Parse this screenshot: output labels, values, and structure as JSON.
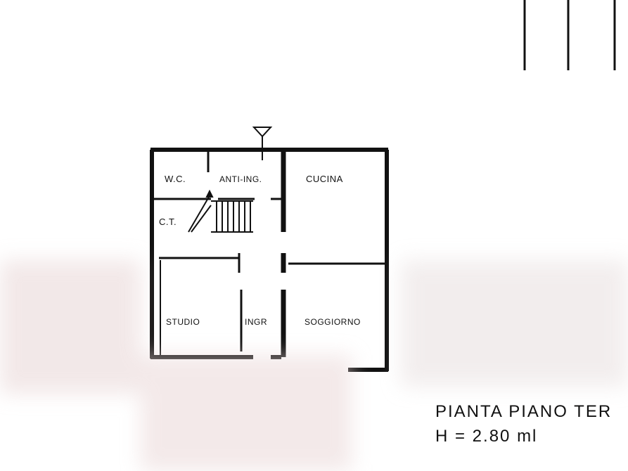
{
  "rooms": {
    "wc": "W.C.",
    "anti_ing": "ANTI-ING.",
    "cucina": "CUCINA",
    "ct": "C.T.",
    "studio": "STUDIO",
    "ingr": "INGR",
    "soggiorno": "SOGGIORNO"
  },
  "caption": {
    "title": "PIANTA  PIANO TER",
    "height": "H = 2.80 ml"
  },
  "colors": {
    "wall": "#111111",
    "blur_overlay": "#f0e4e4"
  }
}
